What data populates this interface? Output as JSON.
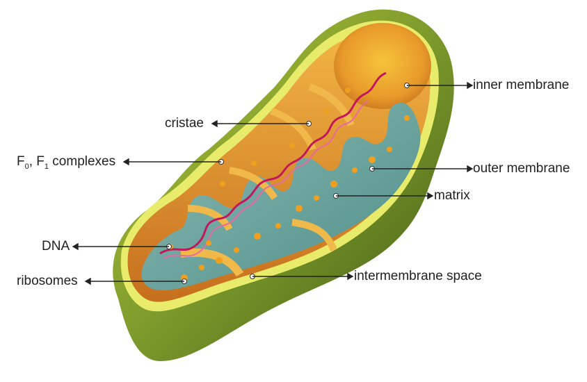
{
  "labels": {
    "cristae": "cristae",
    "f_complexes": {
      "f": "F",
      "sub0": "0",
      "sep": ", F",
      "sub1": "1",
      "rest": " complexes"
    },
    "dna": "DNA",
    "ribosomes": "ribosomes",
    "inner_membrane": "inner membrane",
    "outer_membrane": "outer membrane",
    "matrix": "matrix",
    "intermembrane_space": "intermembrane space"
  },
  "colors": {
    "outer_membrane": "#7a9a2a",
    "outer_membrane_dark": "#3f5a14",
    "membrane_edge": "#d9e35a",
    "intermembrane": "#e8a23a",
    "inner_wall": "#d4832c",
    "matrix": "#6fa6a0",
    "dna": "#c2185b",
    "granules": "#f0a020",
    "leader_line": "#222222"
  }
}
